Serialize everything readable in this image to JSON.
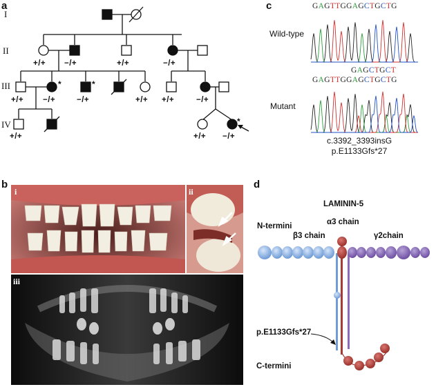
{
  "panels": {
    "a": "a",
    "b": "b",
    "c": "c",
    "d": "d"
  },
  "pedigree": {
    "generations": [
      "I",
      "II",
      "III",
      "IV"
    ],
    "genotypes": {
      "ii_1": "+/+",
      "ii_2": "−/+",
      "ii_3": "+/+",
      "ii_4": "−/+",
      "iii_1": "+/+",
      "iii_2": "−/+",
      "iii_3": "−/+",
      "iii_5": "+/+",
      "iii_6": "+/+",
      "iii_7": "−/+",
      "iv_1": "+/+",
      "iv_3": "+/+",
      "iv_4": "−/+"
    },
    "asterisk": "*"
  },
  "sequencing": {
    "wildtype_label": "Wild-type",
    "mutant_label": "Mutant",
    "wildtype_seq": [
      {
        "b": "G",
        "c": "#222222"
      },
      {
        "b": "A",
        "c": "#2e9e3e"
      },
      {
        "b": "G",
        "c": "#222222"
      },
      {
        "b": "T",
        "c": "#d32f2f"
      },
      {
        "b": "T",
        "c": "#d32f2f"
      },
      {
        "b": "G",
        "c": "#222222"
      },
      {
        "b": "G",
        "c": "#222222"
      },
      {
        "b": "A",
        "c": "#2e9e3e"
      },
      {
        "b": "G",
        "c": "#222222"
      },
      {
        "b": "C",
        "c": "#1f4fc4"
      },
      {
        "b": "T",
        "c": "#d32f2f"
      },
      {
        "b": "G",
        "c": "#222222"
      },
      {
        "b": "C",
        "c": "#1f4fc4"
      },
      {
        "b": "T",
        "c": "#d32f2f"
      },
      {
        "b": "G",
        "c": "#222222"
      }
    ],
    "mutant_seq_top": [
      {
        "b": "G",
        "c": "#222222"
      },
      {
        "b": "A",
        "c": "#2e9e3e"
      },
      {
        "b": "G",
        "c": "#222222"
      },
      {
        "b": "C",
        "c": "#1f4fc4"
      },
      {
        "b": "T",
        "c": "#d32f2f"
      },
      {
        "b": "G",
        "c": "#222222"
      },
      {
        "b": "C",
        "c": "#1f4fc4"
      },
      {
        "b": "T",
        "c": "#d32f2f"
      }
    ],
    "mutant_seq_bottom": [
      {
        "b": "G",
        "c": "#222222"
      },
      {
        "b": "A",
        "c": "#2e9e3e"
      },
      {
        "b": "G",
        "c": "#222222"
      },
      {
        "b": "T",
        "c": "#d32f2f"
      },
      {
        "b": "T",
        "c": "#d32f2f"
      },
      {
        "b": "G",
        "c": "#222222"
      },
      {
        "b": "G",
        "c": "#222222"
      },
      {
        "b": "A",
        "c": "#2e9e3e"
      },
      {
        "b": "G",
        "c": "#222222"
      },
      {
        "b": "C",
        "c": "#1f4fc4"
      },
      {
        "b": "T",
        "c": "#d32f2f"
      },
      {
        "b": "G",
        "c": "#222222"
      },
      {
        "b": "C",
        "c": "#1f4fc4"
      },
      {
        "b": "T",
        "c": "#d32f2f"
      },
      {
        "b": "G",
        "c": "#222222"
      }
    ],
    "caption_line1": "c.3392_3393insG",
    "caption_line2": "p.E1133Gfs*27"
  },
  "photos": {
    "label_i": "i",
    "label_ii": "ii",
    "label_iii": "iii"
  },
  "laminin": {
    "title": "LAMININ-5",
    "n_termini": "N-termini",
    "c_termini": "C-termini",
    "alpha3": "α3 chain",
    "beta3": "β3 chain",
    "gamma2": "γ2chain",
    "mutation": "p.E1133Gfs*27"
  },
  "colors": {
    "beta3": "#8fb4e3",
    "alpha3": "#b0403a",
    "gamma2": "#8a6bb8"
  }
}
